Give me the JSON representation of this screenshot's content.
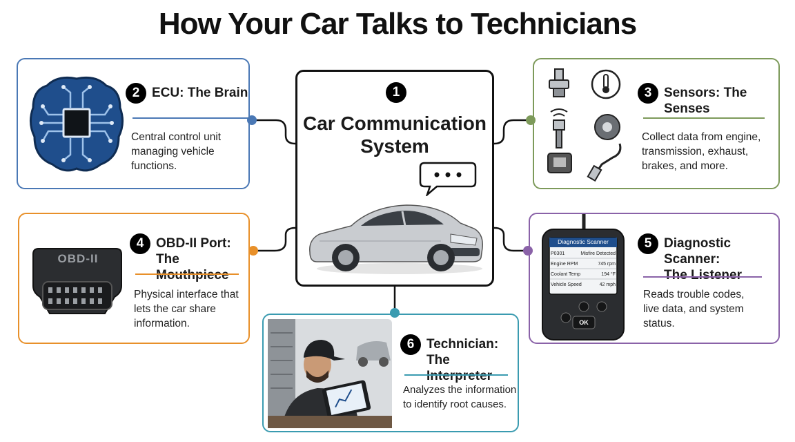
{
  "title": "How Your Car Talks to Technicians",
  "center": {
    "number": "1",
    "title_line1": "Car Communication",
    "title_line2": "System"
  },
  "ecu": {
    "number": "2",
    "title": "ECU: The Brain",
    "desc": [
      "Central control unit",
      "managing vehicle",
      "functions."
    ],
    "color": "#4a78b5"
  },
  "sensors": {
    "number": "3",
    "title": "Sensors: The Senses",
    "desc": [
      "Collect data from engine,",
      "transmission, exhaust,",
      "brakes, and more."
    ],
    "color": "#7d9a5a"
  },
  "obd": {
    "number": "4",
    "title_line1": "OBD-II Port:",
    "title_line2": "The Mouthpiece",
    "desc": [
      "Physical interface that",
      "lets the car share",
      "information."
    ],
    "color": "#e8902a",
    "port_label": "OBD-II"
  },
  "scanner": {
    "number": "5",
    "title_line1": "Diagnostic Scanner:",
    "title_line2": "The Listener",
    "desc": [
      "Reads trouble codes,",
      "live data, and system",
      "status."
    ],
    "color": "#8a62a8",
    "screen_title": "Diagnostic Scanner",
    "rows": [
      {
        "label": "P0301",
        "value": "Misfire Detected"
      },
      {
        "label": "Engine RPM",
        "value": "745 rpm"
      },
      {
        "label": "Coolant Temp",
        "value": "194 °F"
      },
      {
        "label": "Vehicle Speed",
        "value": "42 mph"
      }
    ],
    "ok_label": "OK"
  },
  "tech": {
    "number": "6",
    "title_line1": "Technician:",
    "title_line2": "The Interpreter",
    "desc": [
      "Analyzes the information",
      "to identify root causes."
    ],
    "color": "#3a9bb0"
  }
}
